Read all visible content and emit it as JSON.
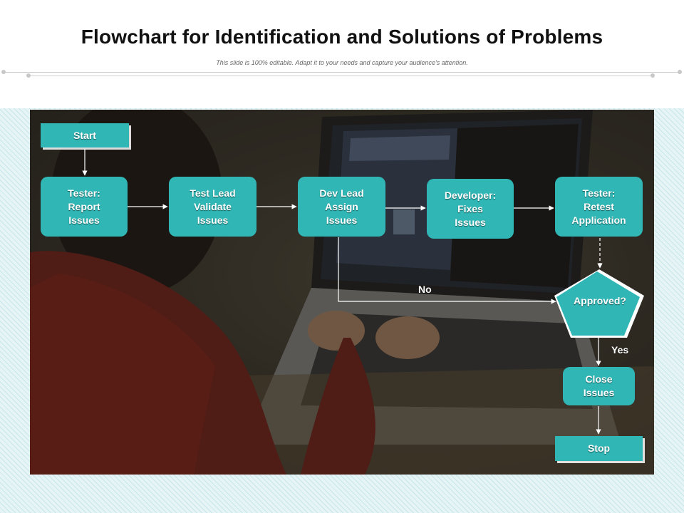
{
  "header": {
    "title": "Flowchart for Identification and Solutions of Problems",
    "subtitle": "This slide is 100% editable. Adapt it to your needs and capture your audience's attention."
  },
  "theme": {
    "box_color": "#30b6b5",
    "text_color": "#ffffff",
    "connector_color": "#ffffff"
  },
  "flow": {
    "start": "Start",
    "stop": "Stop",
    "steps": [
      {
        "lines": [
          "Tester:",
          "Report",
          "Issues"
        ]
      },
      {
        "lines": [
          "Test Lead",
          "Validate",
          "Issues"
        ]
      },
      {
        "lines": [
          "Dev Lead",
          "Assign",
          "Issues"
        ]
      },
      {
        "lines": [
          "Developer:",
          "Fixes",
          "Issues"
        ]
      },
      {
        "lines": [
          "Tester:",
          "Retest",
          "Application"
        ]
      }
    ],
    "decision": "Approved?",
    "close": {
      "lines": [
        "Close",
        "Issues"
      ]
    },
    "no_label": "No",
    "yes_label": "Yes"
  }
}
